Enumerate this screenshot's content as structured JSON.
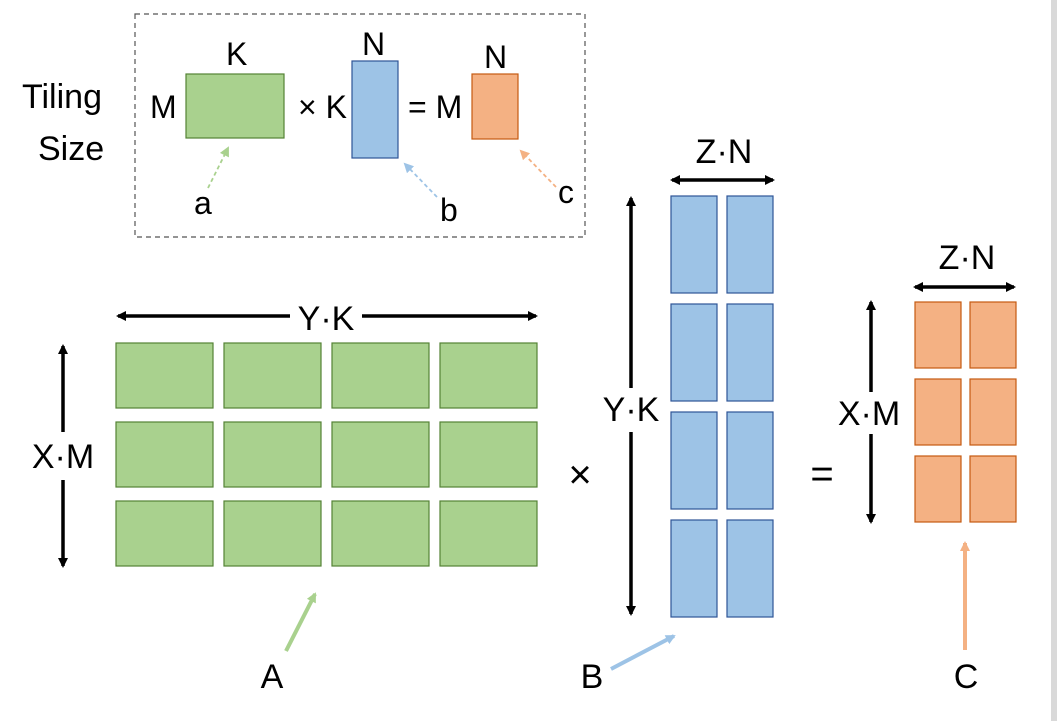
{
  "legend": {
    "title_line1": "Tiling",
    "title_line2": "Size",
    "label_K_top": "K",
    "label_M_left": "M",
    "times_K": "× K",
    "label_N_mid": "N",
    "equals_M": "= M",
    "label_N_right": "N",
    "pointer_a": "a",
    "pointer_b": "b",
    "pointer_c": "c"
  },
  "matrix_A": {
    "rows": 3,
    "cols": 4,
    "width_label": "Y·K",
    "height_label": "X·M",
    "pointer_label": "A"
  },
  "matrix_B": {
    "rows": 4,
    "cols": 2,
    "width_label": "Z·N",
    "height_label": "Y·K",
    "pointer_label": "B"
  },
  "matrix_C": {
    "rows": 3,
    "cols": 2,
    "width_label": "Z·N",
    "height_label": "X·M",
    "pointer_label": "C"
  },
  "operators": {
    "times": "×",
    "equals": "="
  },
  "colors": {
    "green_fill": "#a9d18e",
    "green_stroke": "#548235",
    "blue_fill": "#9dc3e6",
    "blue_stroke": "#2e5597",
    "orange_fill": "#f4b183",
    "orange_stroke": "#c55a11",
    "arrow_black": "#000000"
  }
}
